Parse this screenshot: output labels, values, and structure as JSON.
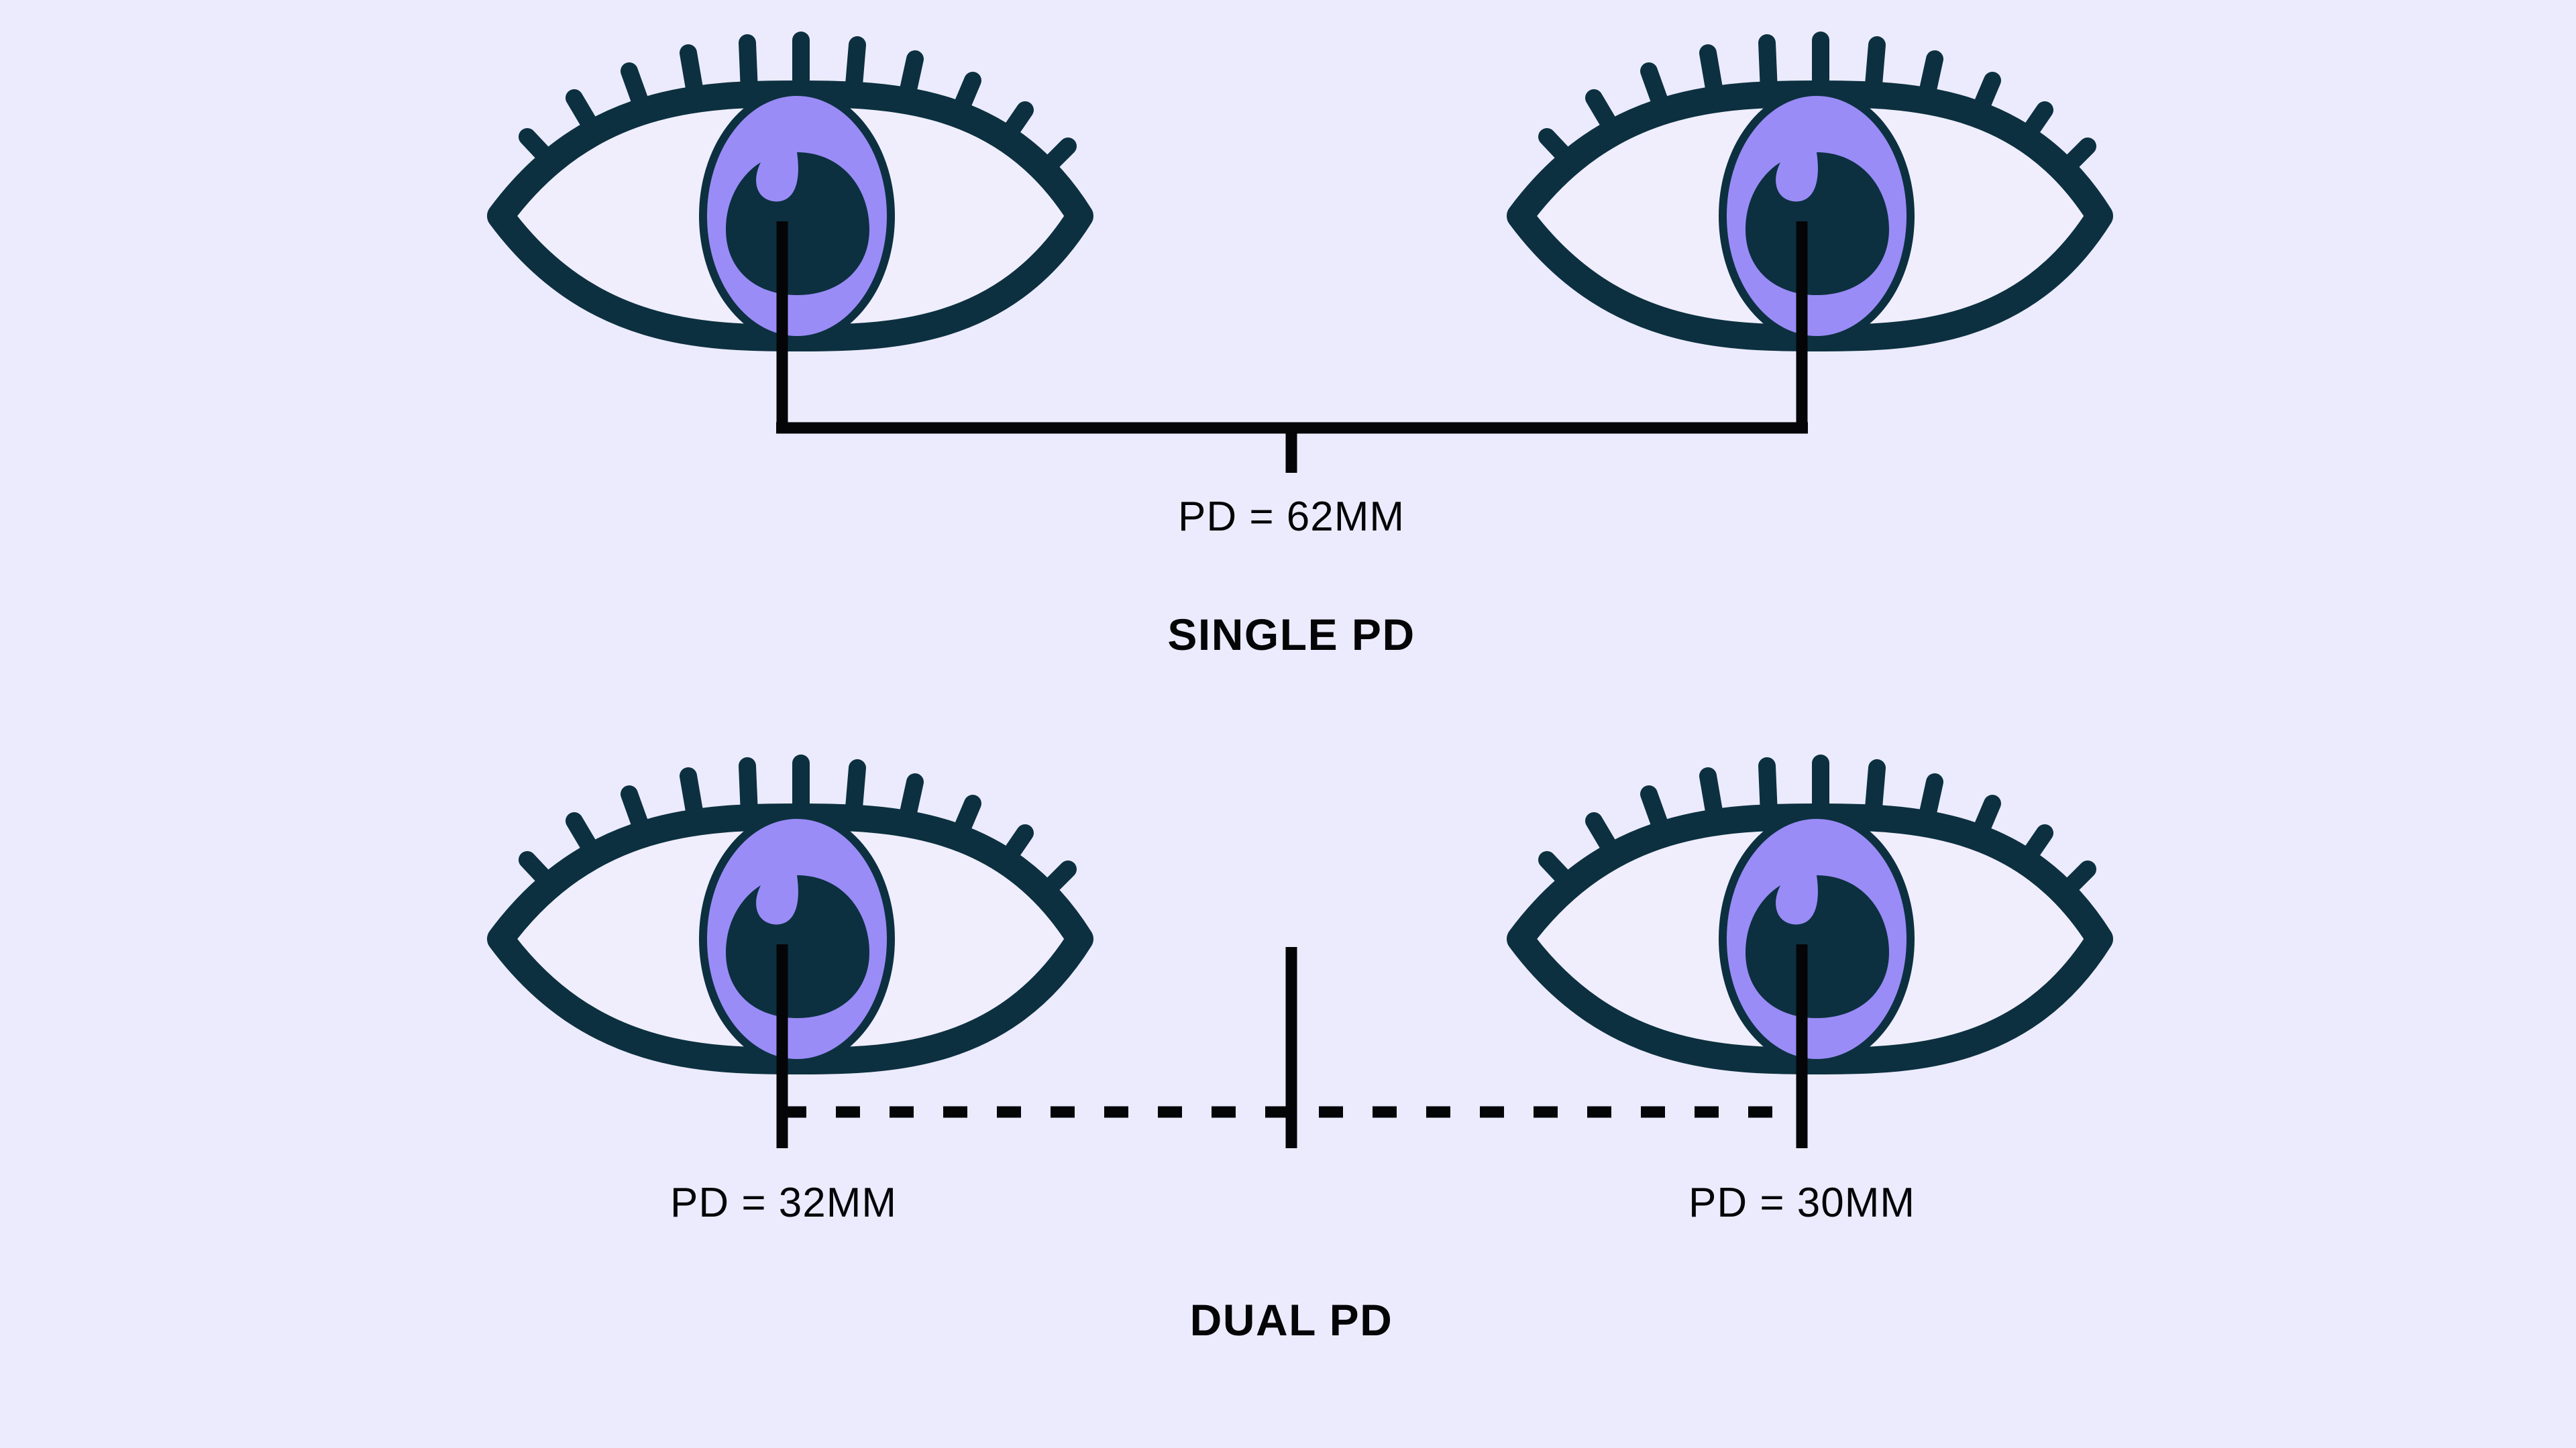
{
  "background_color": "#ecebfd",
  "ink_color": "#050508",
  "eye_outline_color": "#0c3040",
  "iris_color": "#9a8cf7",
  "pupil_color": "#0c3040",
  "sclera_color": "#f0eefc",
  "sections": [
    {
      "id": "single-pd",
      "title": "SINGLE PD",
      "measurements": [
        {
          "id": "single-total",
          "label": "PD = 62MM",
          "value": 62,
          "unit": "MM"
        }
      ],
      "eyes": [
        {
          "id": "single-left-eye",
          "name": "left-eye"
        },
        {
          "id": "single-right-eye",
          "name": "right-eye"
        }
      ],
      "connector": "bracket"
    },
    {
      "id": "dual-pd",
      "title": "DUAL PD",
      "measurements": [
        {
          "id": "dual-left",
          "label": "PD = 32MM",
          "value": 32,
          "unit": "MM"
        },
        {
          "id": "dual-right",
          "label": "PD = 30MM",
          "value": 30,
          "unit": "MM"
        }
      ],
      "eyes": [
        {
          "id": "dual-left-eye",
          "name": "left-eye"
        },
        {
          "id": "dual-right-eye",
          "name": "right-eye"
        }
      ],
      "connector": "dashed-split"
    }
  ],
  "labels": {
    "single_total": "PD = 62MM",
    "single_title": "SINGLE PD",
    "dual_left": "PD = 32MM",
    "dual_right": "PD = 30MM",
    "dual_title": "DUAL PD"
  }
}
